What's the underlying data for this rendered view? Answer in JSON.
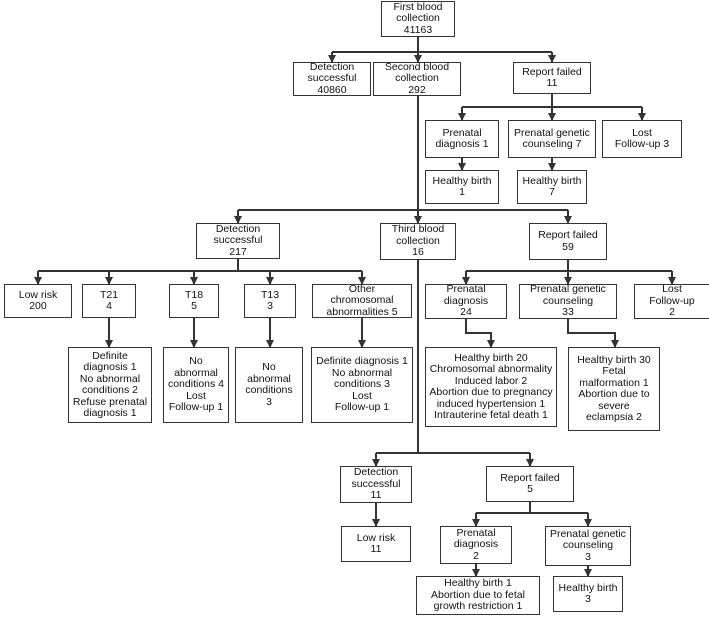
{
  "colors": {
    "line": "#333333",
    "box_border": "#333333",
    "text": "#111111",
    "background": "#ffffff"
  },
  "nodes": {
    "first_collection": "First blood\ncollection\n41163",
    "detection_1": "Detection\nsuccessful\n40860",
    "second_collection": "Second blood\ncollection\n292",
    "report_failed_1": "Report failed\n11",
    "prenatal_diag_1": "Prenatal\ndiagnosis 1",
    "genetic_couns_1": "Prenatal genetic\ncounseling 7",
    "lost_1": "Lost\nFollow-up 3",
    "healthy_1": "Healthy birth\n1",
    "healthy_7": "Healthy birth\n7",
    "detection_2": "Detection\nsuccessful\n217",
    "third_collection": "Third blood\ncollection\n16",
    "report_failed_2": "Report failed\n59",
    "low_risk_200": "Low risk\n200",
    "t21": "T21\n4",
    "t18": "T18\n5",
    "t13": "T13\n3",
    "other_chrom": "Other chromosomal\nabnormalities 5",
    "prenatal_diag_24": "Prenatal\ndiagnosis\n24",
    "genetic_couns_33": "Prenatal genetic\ncounseling\n33",
    "lost_2": "Lost\nFollow-up\n2",
    "t21_outcome": "Definite\ndiagnosis 1\nNo abnormal\nconditions 2\nRefuse prenatal\ndiagnosis 1",
    "t18_outcome": "No abnormal\nconditions 4\nLost\nFollow-up 1",
    "t13_outcome": "No abnormal\nconditions\n3",
    "other_outcome": "Definite diagnosis 1\nNo abnormal\nconditions 3\nLost\nFollow-up 1",
    "diag24_outcome": "Healthy birth 20\nChromosomal abnormality\nInduced labor 2\nAbortion due to pregnancy\ninduced hypertension 1\nIntrauterine fetal death 1",
    "couns33_outcome": "Healthy birth 30\nFetal\nmalformation 1\nAbortion due to\nsevere\neclampsia 2",
    "detection_3": "Detection\nsuccessful\n11",
    "report_failed_3": "Report failed\n5",
    "low_risk_11": "Low risk\n11",
    "prenatal_diag_2": "Prenatal\ndiagnosis\n2",
    "genetic_couns_3": "Prenatal genetic\ncounseling\n3",
    "diag2_outcome": "Healthy birth 1\nAbortion due to fetal\ngrowth restriction 1",
    "healthy_3": "Healthy birth\n3"
  }
}
